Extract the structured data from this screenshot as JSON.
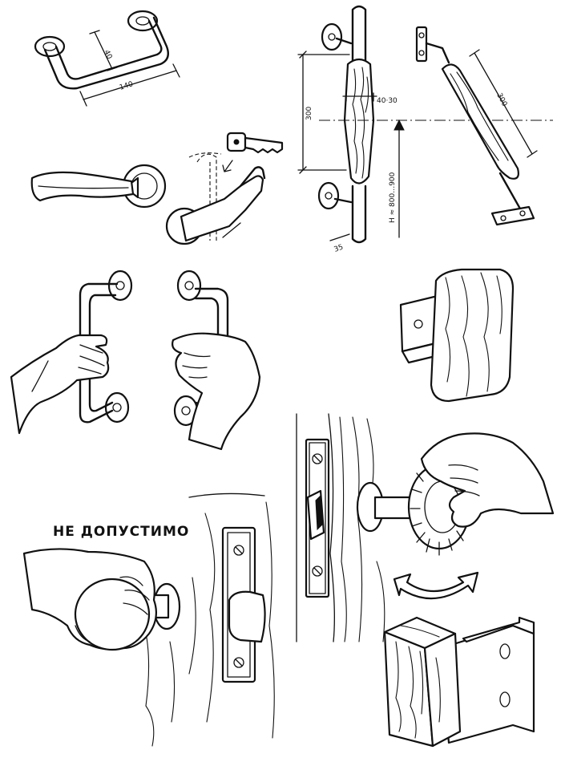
{
  "dimensions": {
    "rail_offset": "40",
    "rail_length": "140",
    "grip_section": "40·30",
    "grip_height": "300",
    "grip_length_angled": "300",
    "mount_height": "H ≈ 800…900",
    "bracket_offset": "35"
  },
  "warning_text": "НЕ ДОПУСТИМО",
  "icons": [
    "key-icon",
    "rotation-arrow-icon",
    "mounting-direction-arrow-icon"
  ]
}
